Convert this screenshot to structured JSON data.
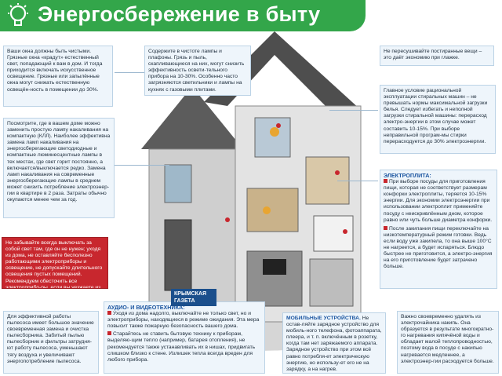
{
  "header": {
    "title": "Энергосбережение в быту"
  },
  "boxes": {
    "windows": "Ваши окна должны быть чистыми. Грязные окна «крадут» естественный свет, попадающий к вам в дом. И тогда приходится включать искусственное освещение. Грязные или запылённые окна могут снижать естественную освещён-ность в помещении до 30%.",
    "lamps_clean": "Содержите в чистоте лампы и плафоны. Грязь и пыль, скапливающиеся на них, могут снизить эффективность освети-тельного прибора на 10-30%. Особенно часто загрязняются светильники и лампы на кухнях с газовыми плитами.",
    "ironing": "Не пересушивайте постиранные вещи – это даёт экономию при глажке.",
    "lamps_count": "Посмотрите, где в вашем доме можно заменить простую лампу накаливания на компактную (КЛЛ). Наиболее эффективна замена ламп накаливания на энергосберегающие светодиодные и компактные люминесцентные лампы в тех местах, где свет горит постоянно, а включается/выключается редко. Замена ламп накаливания на современные энергосберегающие лампы в среднем может снизить потребление электроэнер-гии в квартире в 2 раза. Затраты обычно окупаются менее чем за год.",
    "washing": "Главное условие рациональной эксплуатации стиральных машин – не превышать нормы максимальной загрузки белья. Следует избегать и неполной загрузки стиральной машины: перерасход электро-энергии в этом случае может составить 10-15%. При выборе неправильной програм-мы стирки перерасходуется до 30% электроэнергии.",
    "stove_title": "ЭЛЕКТРОПЛИТА:",
    "stove_1": "При выборе посуды для приготовления пищи, которая не соответствует размерам конфорки электроплиты, теряется 10-15% энергии. Для экономии электроэнергии при использовании электроплит применяйте посуду с неискривлённым дном, которое равно или чуть больше диаметра конфорки.",
    "stove_2": "После закипания пищи переключайте на низкотемпературный режим готовки. Ведь если воду уже закипела, то она выше 100°С не нагреется, а будет испаряться. Блюдо быстрее не приготовится, а электро-энергия на его приготовление будет затрачено больше.",
    "unplug": "Не забывайте всегда выключать за собой свет там, где он не нужен; уходя из дома, не оставляйте бесполезно работающими электроприборы и освещение, не допускайте длительного освещения пустых помещений. Рекомендуем обесточить все электроприбо-ры, если вы уезжаете из дома.",
    "vacuum": "Для эффективной работы пылесоса имеет большое значение своевременная замена и очистка пылесборника. Забитый пылью пылесборник и фильтры затрудня-ют работу пылесоса, уменьшают тягу воздуха и увеличивают энергопотребление пылесоса.",
    "av_title": "АУДИО- И ВИДЕОТЕХНИКА:",
    "av_1": "Уходя из дома надолго, выключайте не только свет, но и электроприборы, находящиеся в режиме ожидания. Эта мера повысит также пожарную безопасность вашего дома.",
    "av_2": "Старайтесь не ставить бытовую технику к приборам, выделяю-щим тепло (например, батарея отопления), не рекомендуется также устанавливать их в нишах, придвигать слишком близко к стене. Излишек тепла всегда вреден для любого прибора.",
    "mobile_title": "МОБИЛЬНЫЕ УСТРОЙСТВА.",
    "mobile_text": "Не остав-ляйте зарядное устройство для мобиль-ного телефона, фотоаппарата, плеера, и т. п. включённым в розетку, когда там нет заряжаемого аппарата. Зарядное устройство при этом всё равно потребля-ет электрическую энергию, но использу-ет его не на зарядку, а на нагрев.",
    "kettle": "Важно своевременно удалять из электрочайника накипь. Она образуется в результате многократно-го нагревания кипячёной воды и обладает малой теплопроводностью, поэтому вода в посуде с накипью нагревается медленнее, а электроэнер-гии расходуется больше."
  },
  "logo": {
    "line1": "КРЫМСКАЯ",
    "line2": "ГАЗЕТА"
  },
  "colors": {
    "header_green": "#33a64a",
    "accent_red": "#c8272e",
    "title_blue": "#1b55a0",
    "box_bg": "#eef5fb"
  }
}
